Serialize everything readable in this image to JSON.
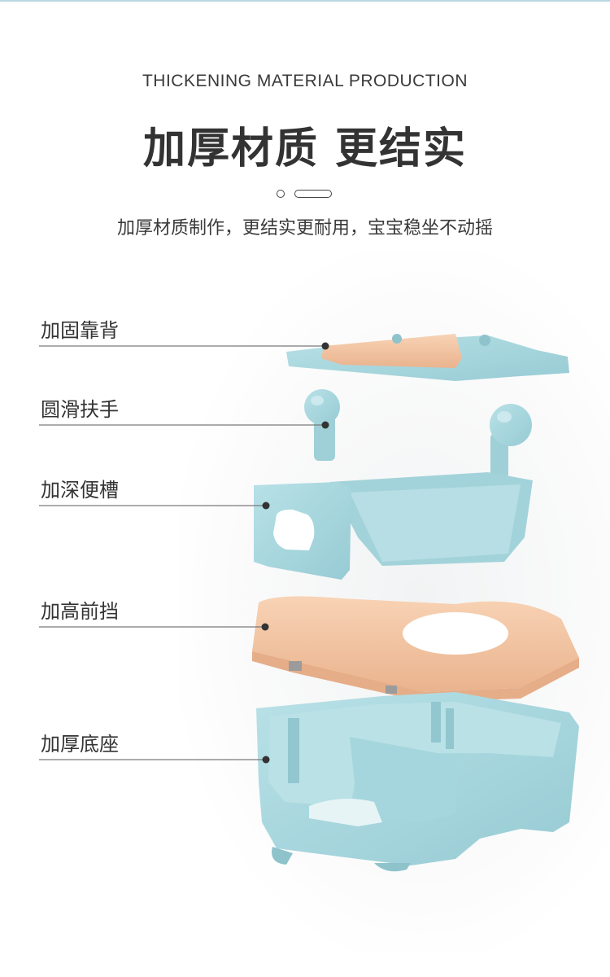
{
  "header": {
    "subtitle_en": "THICKENING MATERIAL PRODUCTION",
    "title": "加厚材质 更结实",
    "description": "加厚材质制作，更结实更耐用，宝宝稳坐不动摇"
  },
  "callouts": [
    {
      "label": "加固靠背"
    },
    {
      "label": "圆滑扶手"
    },
    {
      "label": "加深便槽"
    },
    {
      "label": "加高前挡"
    },
    {
      "label": "加厚底座"
    }
  ],
  "colors": {
    "part_blue": "#a9d8df",
    "part_blue_dark": "#8ec3cc",
    "part_peach": "#f5c9a7",
    "part_peach_dark": "#e8b28c",
    "leader_line": "#777777"
  }
}
